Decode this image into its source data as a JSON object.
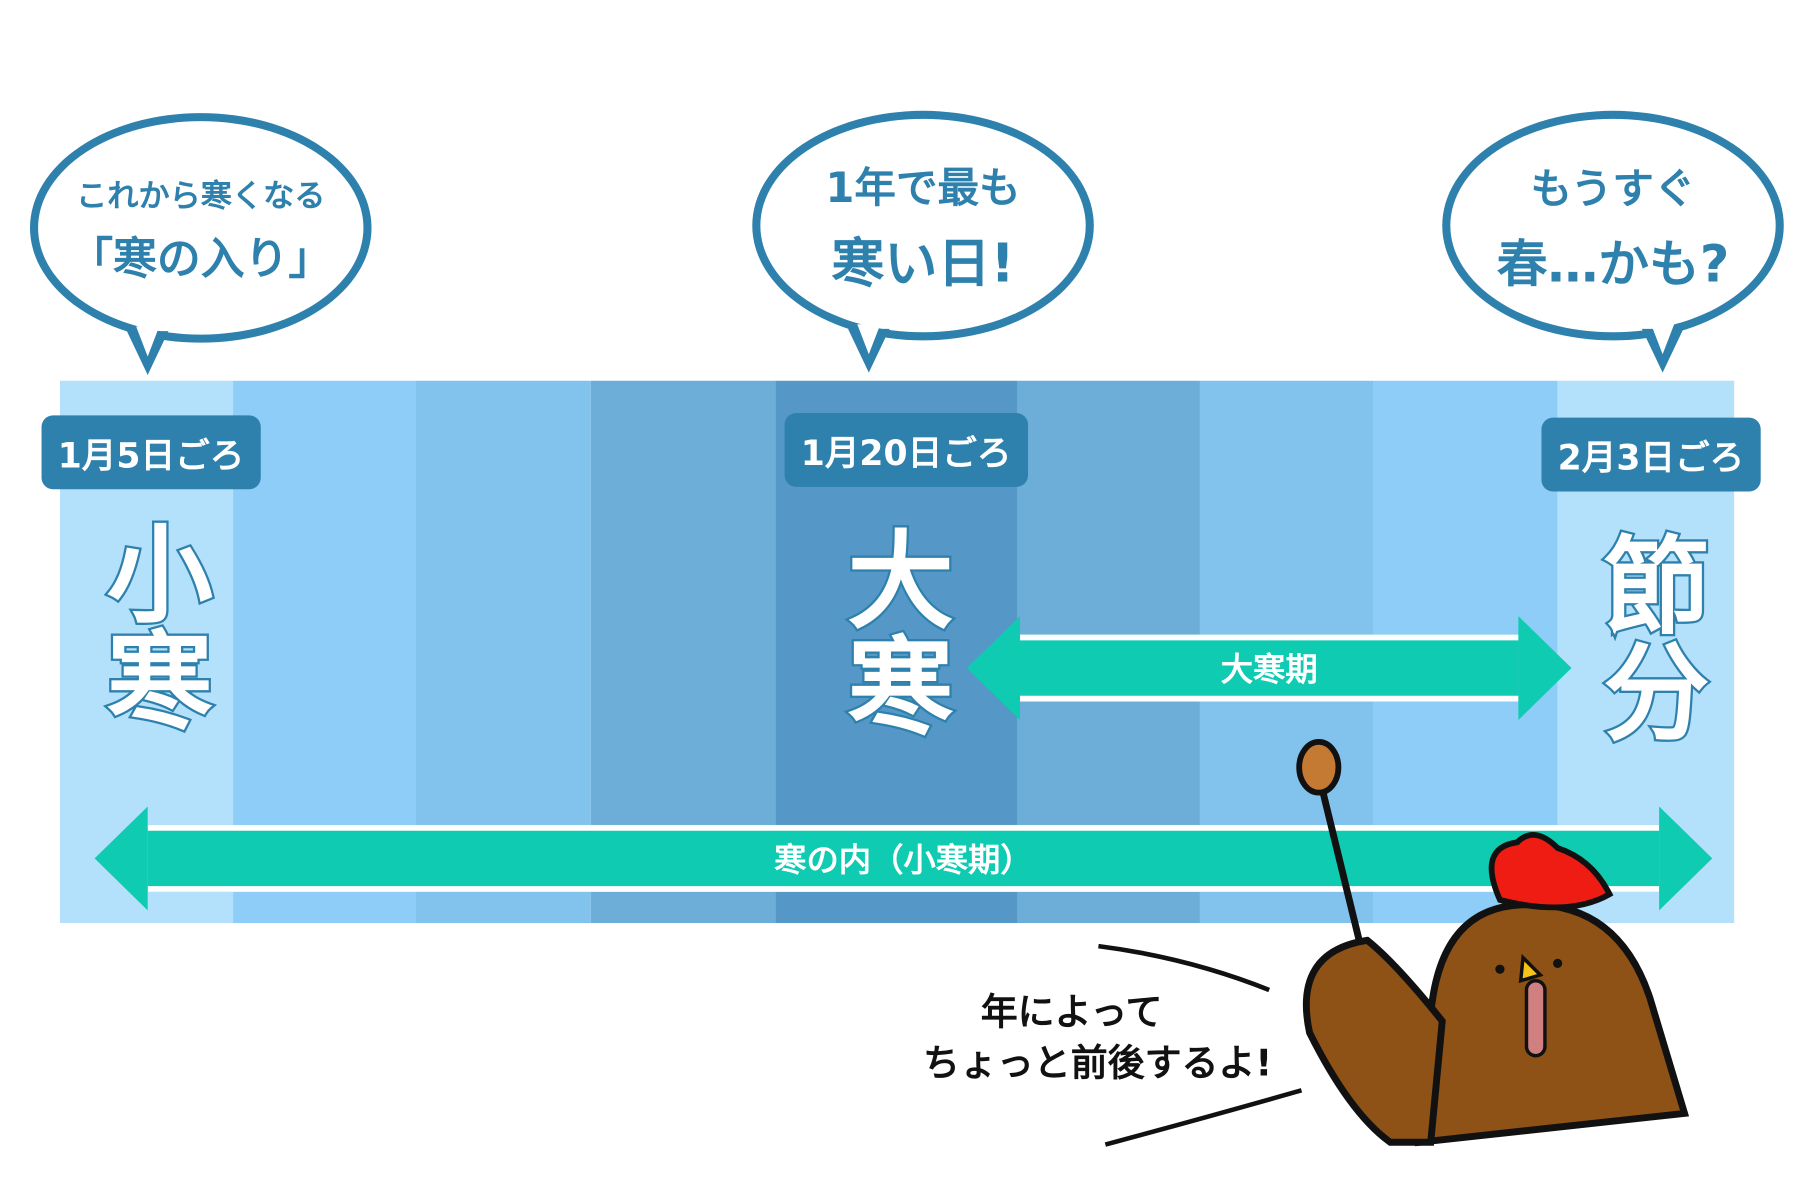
{
  "bubbles": [
    {
      "line1": "これから寒くなる",
      "line2": "「寒の入り」"
    },
    {
      "line1": "1年で最も",
      "line2": "寒い日!"
    },
    {
      "line1": "もうすぐ",
      "line2": "春…かも?"
    }
  ],
  "markers": [
    {
      "date": "1月5日ごろ",
      "name": "小寒"
    },
    {
      "date": "1月20日ごろ",
      "name": "大寒"
    },
    {
      "date": "2月3日ごろ",
      "name": "節分"
    }
  ],
  "arrows": {
    "daikan": "大寒期",
    "kannouchi": "寒の内（小寒期）"
  },
  "chicken_note": {
    "line1": "年によって",
    "line2": "ちょっと前後するよ!"
  },
  "colors": {
    "accent": "#2e81ad",
    "arrow": "#0ecbb1",
    "chicken": "#8e5216",
    "comb": "#ee1c12"
  }
}
